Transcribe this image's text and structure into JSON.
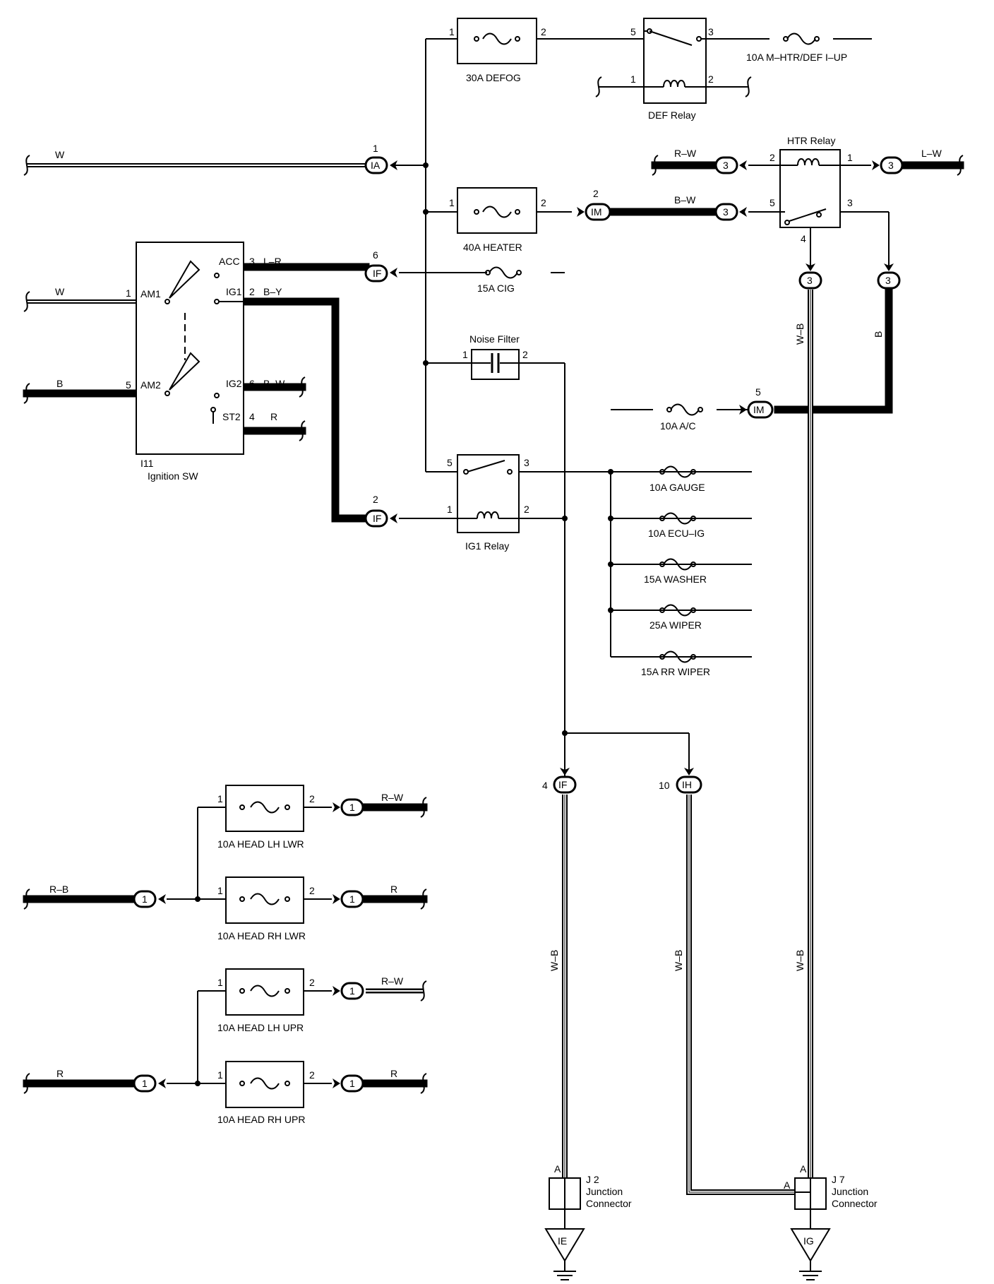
{
  "fuses": {
    "defog": "30A DEFOG",
    "heater": "40A HEATER",
    "cig": "15A CIG",
    "mhtr": "10A M–HTR/DEF I–UP",
    "ac": "10A A/C",
    "gauge": "10A GAUGE",
    "ecuig": "10A ECU–IG",
    "washer": "15A WASHER",
    "wiper": "25A WIPER",
    "rrwiper": "15A RR WIPER",
    "head_lh_lwr": "10A HEAD LH LWR",
    "head_rh_lwr": "10A HEAD RH LWR",
    "head_lh_upr": "10A HEAD LH UPR",
    "head_rh_upr": "10A HEAD RH UPR"
  },
  "relays": {
    "def": "DEF Relay",
    "htr": "HTR Relay",
    "ig1": "IG1 Relay",
    "noise_filter": "Noise Filter"
  },
  "ignition_switch": {
    "code": "I11",
    "name": "Ignition SW",
    "terminals": {
      "am1": "AM1",
      "am2": "AM2",
      "acc": "ACC",
      "ig1": "IG1",
      "ig2": "IG2",
      "st2": "ST2"
    }
  },
  "connectors": {
    "ia": "IA",
    "if": "IF",
    "im": "IM",
    "ih": "IH",
    "c3": "3",
    "c1": "1"
  },
  "wire_colors": {
    "w": "W",
    "b": "B",
    "lr": "L–R",
    "by": "B–Y",
    "bw": "B–W",
    "r": "R",
    "rw": "R–W",
    "lw": "L–W",
    "wb": "W–B",
    "rb": "R–B"
  },
  "junctions": {
    "j2": {
      "code": "J 2",
      "line1": "Junction",
      "line2": "Connector",
      "pin": "A"
    },
    "j7": {
      "code": "J 7",
      "line1": "Junction",
      "line2": "Connector",
      "pin": "A"
    }
  },
  "grounds": {
    "ie": "IE",
    "ig": "IG"
  },
  "pins": {
    "p1": "1",
    "p2": "2",
    "p3": "3",
    "p4": "4",
    "p5": "5",
    "p6": "6",
    "p10": "10"
  }
}
